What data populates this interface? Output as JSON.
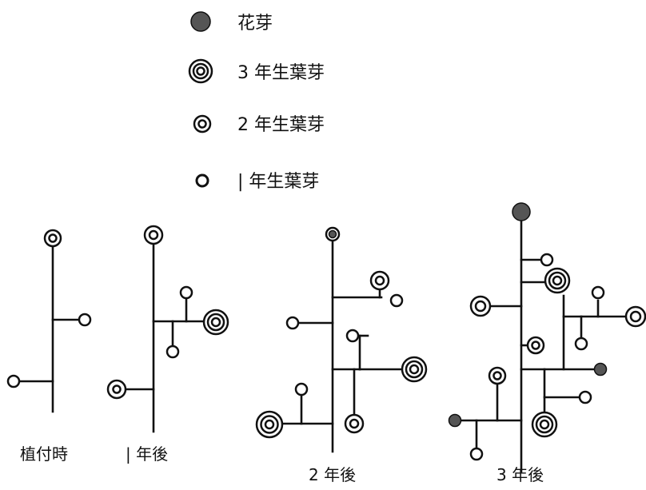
{
  "legend": {
    "flower_bud": "花芽",
    "leaf_bud_3": "3 年生葉芽",
    "leaf_bud_2": "2 年生葉芽",
    "leaf_bud_1": "| 年生葉芽"
  },
  "stages": {
    "planting": "植付時",
    "year1": "| 年後",
    "year2": "2 年後",
    "year3": "3 年後"
  },
  "colors": {
    "ink": "#111111",
    "flower": "#555555",
    "background": "#ffffff"
  }
}
